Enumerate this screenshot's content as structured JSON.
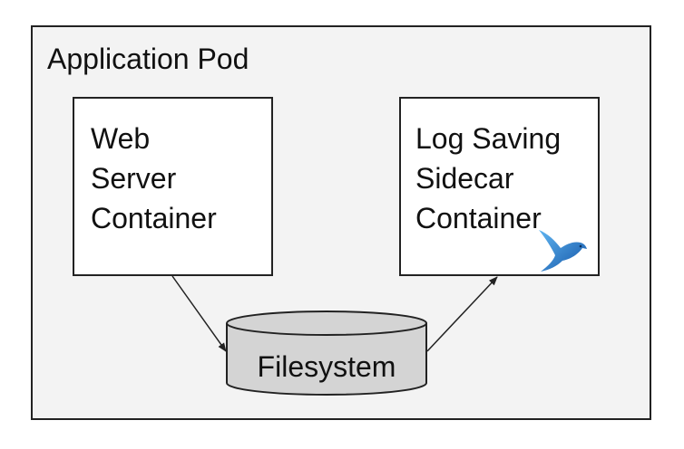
{
  "pod": {
    "label": "Application Pod"
  },
  "web_container": {
    "lines": [
      "Web",
      "Server",
      "Container"
    ]
  },
  "log_container": {
    "lines": [
      "Log Saving",
      "Sidecar",
      "Container"
    ],
    "logo_icon": "bird-logo-icon"
  },
  "filesystem": {
    "label": "Filesystem",
    "icon": "cylinder-storage-icon"
  },
  "colors": {
    "pod_fill": "#f3f3f3",
    "box_fill": "#ffffff",
    "cylinder_fill": "#d4d4d4",
    "stroke": "#222222",
    "logo_blue": "#1f7fd6"
  }
}
